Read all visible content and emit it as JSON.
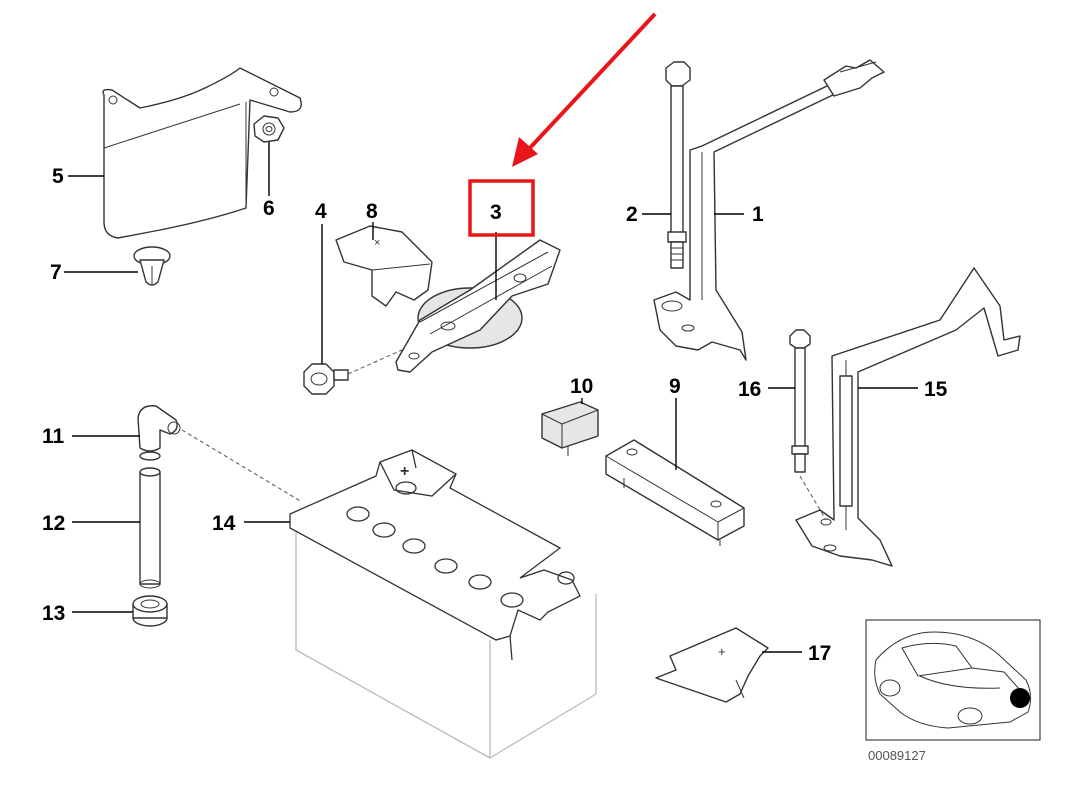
{
  "colors": {
    "highlight": "#e8161b",
    "arrow": "#e8161b",
    "ink": "#000000"
  },
  "callouts": {
    "c1": "1",
    "c2": "2",
    "c3": "3",
    "c4": "4",
    "c5": "5",
    "c6": "6",
    "c7": "7",
    "c8": "8",
    "c9": "9",
    "c10": "10",
    "c11": "11",
    "c12": "12",
    "c13": "13",
    "c14": "14",
    "c15": "15",
    "c16": "16",
    "c17": "17"
  },
  "highlighted_part": "3",
  "inset": {
    "reference_number": "00089127",
    "icon": "car-location-icon"
  }
}
